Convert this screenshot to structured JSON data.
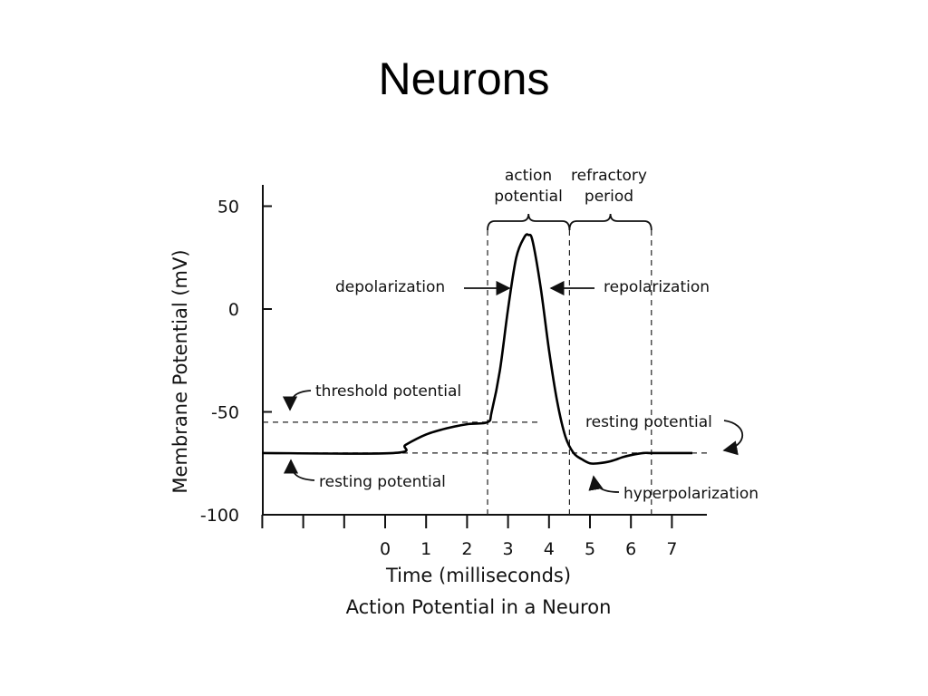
{
  "slide": {
    "title": "Neurons"
  },
  "chart_data": {
    "type": "line",
    "title": "Action Potential in a Neuron",
    "xlabel": "Time (milliseconds)",
    "ylabel": "Membrane Potential (mV)",
    "xlim": [
      -3,
      7.5
    ],
    "ylim": [
      -100,
      60
    ],
    "x_ticks": [
      0,
      1,
      2,
      3,
      4,
      5,
      6,
      7
    ],
    "x_tick_labels": [
      "0",
      "1",
      "2",
      "3",
      "4",
      "5",
      "6",
      "7"
    ],
    "y_ticks": [
      50,
      0,
      -50,
      -100
    ],
    "y_tick_labels": [
      "50",
      "0",
      "-50",
      "-100"
    ],
    "grid": false,
    "series": [
      {
        "x": [
          -3,
          0.2,
          0.5,
          1,
          1.5,
          2,
          2.5,
          2.6,
          2.8,
          3,
          3.2,
          3.4,
          3.5,
          3.6,
          3.8,
          4,
          4.2,
          4.4,
          4.6,
          4.8,
          5,
          5.2,
          5.5,
          5.8,
          6,
          6.3,
          6.5,
          7,
          7.5
        ],
        "y": [
          -70,
          -70,
          -66,
          -61,
          -58,
          -56,
          -55,
          -50,
          -30,
          0,
          25,
          35,
          36,
          33,
          10,
          -20,
          -45,
          -62,
          -70,
          -73,
          -75,
          -75,
          -74,
          -72,
          -71,
          -70,
          -70,
          -70,
          -70
        ]
      }
    ],
    "reference_lines": [
      {
        "orientation": "horizontal",
        "y": -55,
        "label": "threshold potential"
      },
      {
        "orientation": "horizontal",
        "y": -70,
        "label": "resting potential"
      }
    ],
    "period_markers": [
      {
        "x_start": 2.5,
        "x_end": 4.5,
        "label": [
          "action",
          "potential"
        ]
      },
      {
        "x_start": 4.5,
        "x_end": 6.5,
        "label": [
          "refractory",
          "period"
        ]
      }
    ],
    "annotations": {
      "depolarization": "depolarization",
      "repolarization": "repolarization",
      "threshold_potential": "threshold potential",
      "resting_potential_left": "resting potential",
      "resting_potential_right": "resting potential",
      "hyperpolarization": "hyperpolarization"
    }
  }
}
